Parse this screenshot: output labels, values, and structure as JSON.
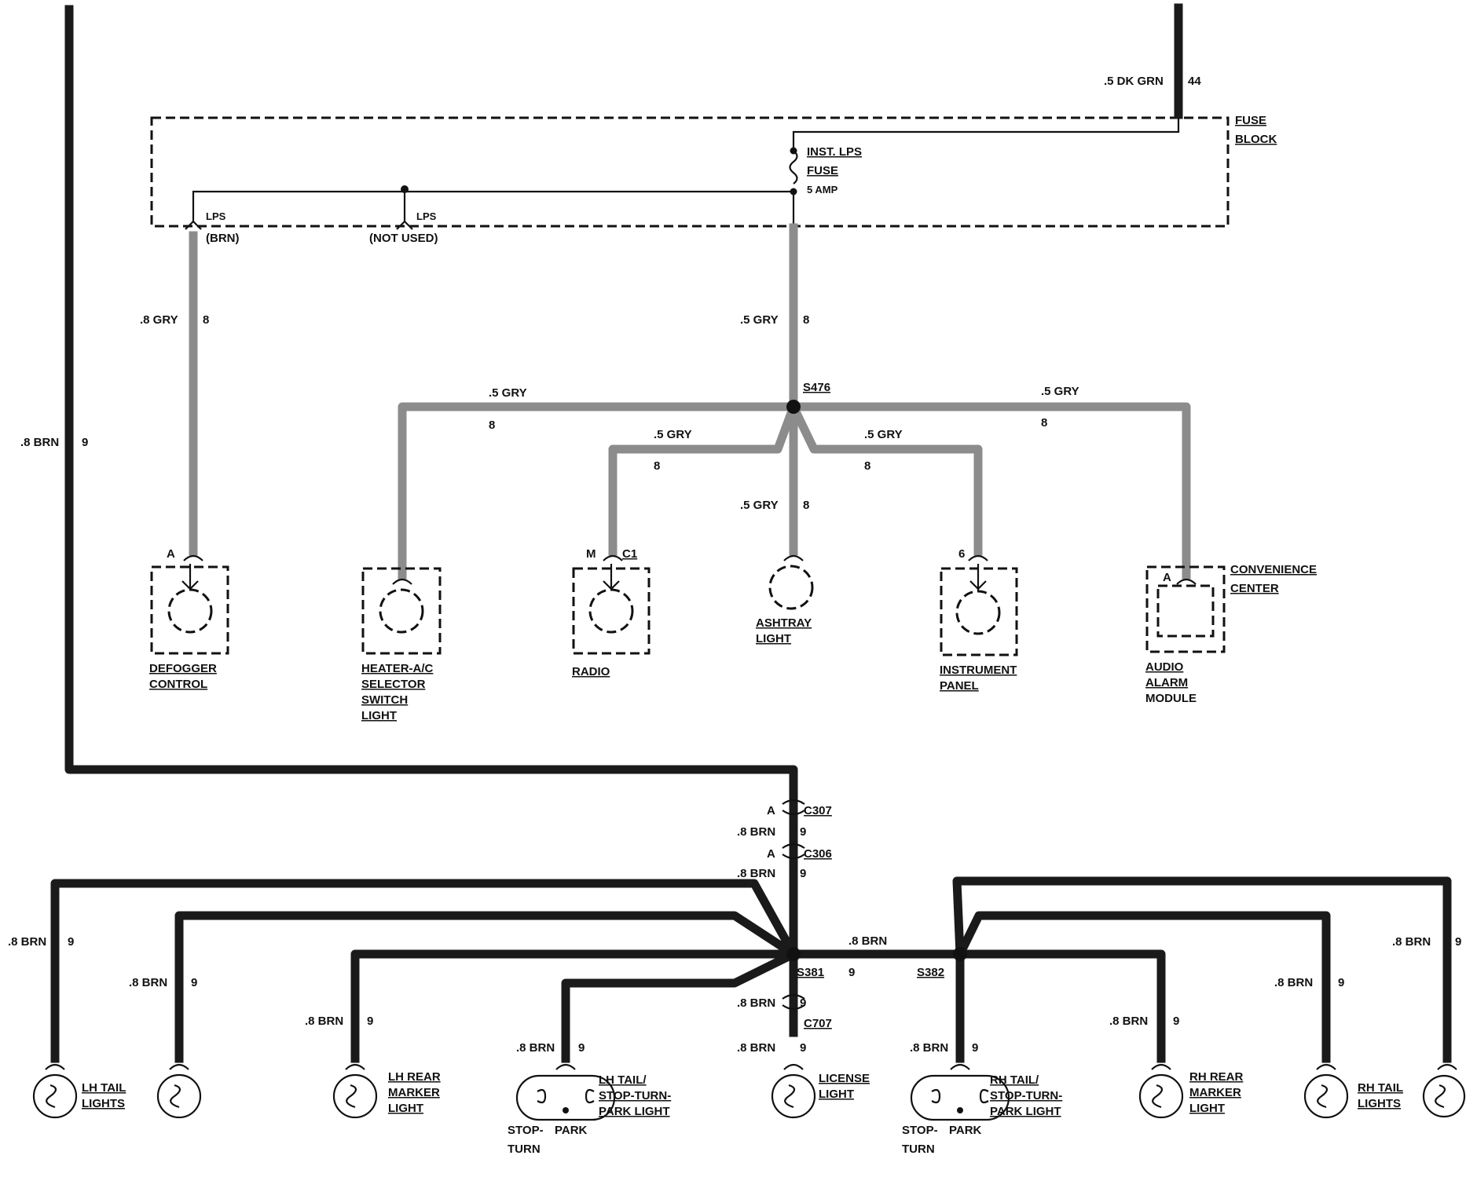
{
  "fuse_block": {
    "title_line1": "FUSE",
    "title_line2": "BLOCK",
    "feed_wire": ".5 DK GRN",
    "feed_circuit": "44",
    "fuse_name_line1": "INST. LPS",
    "fuse_name_line2": "FUSE",
    "fuse_rating": "5 AMP",
    "lps_tap_label": "LPS",
    "lps_brn_label": "(BRN)",
    "lps_not_used_label": "LPS",
    "not_used_label": "(NOT USED)"
  },
  "wires": {
    "defogger_feed": ".8 GRY",
    "defogger_feed_circuit": "8",
    "fuse_out": ".5 GRY",
    "fuse_out_circuit": "8",
    "left_trunk": ".8 BRN",
    "left_trunk_circuit": "9",
    "gry_left": ".5 GRY",
    "gry_left_circuit": "8",
    "gry_right": ".5 GRY",
    "gry_right_circuit": "8",
    "gry_radio": ".5 GRY",
    "gry_radio_circuit": "8",
    "gry_panel": ".5 GRY",
    "gry_panel_circuit": "8",
    "gry_ashtray": ".5 GRY",
    "gry_ashtray_circuit": "8",
    "brn_c307_c306": ".8 BRN",
    "brn_c307_c306_circuit": "9",
    "brn_c306_s381": ".8 BRN",
    "brn_c306_s381_circuit": "9",
    "brn_s381_s382": ".8 BRN",
    "brn_s381_s382_circuit": "9",
    "brn_s381_c707": ".8 BRN",
    "brn_s381_c707_circuit": "9",
    "brn_license": ".8 BRN",
    "brn_license_circuit": "9",
    "brn_lh_tail_1": ".8 BRN",
    "brn_lh_tail_1_circuit": "9",
    "brn_lh_tail_2": ".8 BRN",
    "brn_lh_tail_2_circuit": "9",
    "brn_lh_marker": ".8 BRN",
    "brn_lh_marker_circuit": "9",
    "brn_lh_stop": ".8 BRN",
    "brn_lh_stop_circuit": "9",
    "brn_rh_stop": ".8 BRN",
    "brn_rh_stop_circuit": "9",
    "brn_rh_marker": ".8 BRN",
    "brn_rh_marker_circuit": "9",
    "brn_rh_tail_1": ".8 BRN",
    "brn_rh_tail_1_circuit": "9",
    "brn_rh_tail_2": ".8 BRN",
    "brn_rh_tail_2_circuit": "9"
  },
  "splices": {
    "s476": "S476",
    "s381": "S381",
    "s382": "S382"
  },
  "connectors": {
    "c307": "C307",
    "c307_pin": "A",
    "c306": "C306",
    "c306_pin": "A",
    "c707": "C707",
    "defogger_pin": "A",
    "radio_pin": "M",
    "radio_conn": "C1",
    "panel_pin": "6",
    "audio_pin": "A"
  },
  "components": {
    "defogger_line1": "DEFOGGER",
    "defogger_line2": "CONTROL",
    "heater_line1": "HEATER-A/C",
    "heater_line2": "SELECTOR",
    "heater_line3": "SWITCH",
    "heater_line4": "LIGHT",
    "radio": "RADIO",
    "ashtray_line1": "ASHTRAY",
    "ashtray_line2": "LIGHT",
    "panel_line1": "INSTRUMENT",
    "panel_line2": "PANEL",
    "convenience_line1": "CONVENIENCE",
    "convenience_line2": "CENTER",
    "audio_line1": "AUDIO",
    "audio_line2": "ALARM",
    "audio_line3": "MODULE",
    "lh_tail_line1": "LH TAIL",
    "lh_tail_line2": "LIGHTS",
    "lh_marker_line1": "LH REAR",
    "lh_marker_line2": "MARKER",
    "lh_marker_line3": "LIGHT",
    "lh_stop_line1": "LH TAIL/",
    "lh_stop_line2": "STOP-TURN-",
    "lh_stop_line3": "PARK LIGHT",
    "lh_stop_sub1": "STOP-",
    "lh_stop_sub2": "PARK",
    "lh_stop_sub3": "TURN",
    "license_line1": "LICENSE",
    "license_line2": "LIGHT",
    "rh_stop_line1": "RH TAIL/",
    "rh_stop_line2": "STOP-TURN-",
    "rh_stop_line3": "PARK LIGHT",
    "rh_stop_sub1": "STOP-",
    "rh_stop_sub2": "PARK",
    "rh_stop_sub3": "TURN",
    "rh_marker_line1": "RH REAR",
    "rh_marker_line2": "MARKER",
    "rh_marker_line3": "LIGHT",
    "rh_tail_line1": "RH TAIL",
    "rh_tail_line2": "LIGHTS"
  }
}
